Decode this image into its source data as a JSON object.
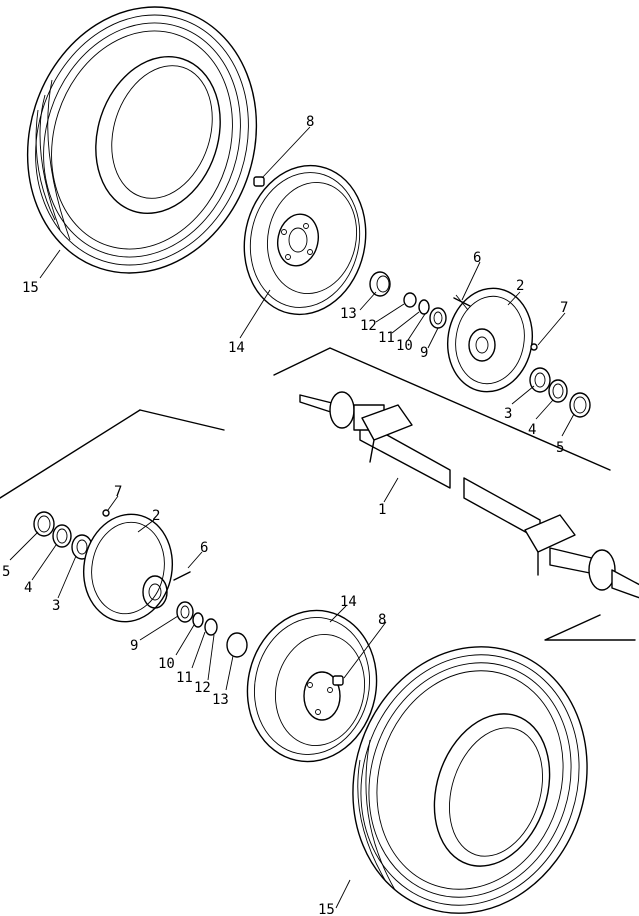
{
  "diagram": {
    "callouts": {
      "c15_top": "15",
      "c8_top": "8",
      "c14_top": "14",
      "c6_top": "6",
      "c2_top": "2",
      "c7_top": "7",
      "c13_top": "13",
      "c12_top": "12",
      "c11_top": "11",
      "c10_top": "10",
      "c9_top": "9",
      "c3_top": "3",
      "c4_top": "4",
      "c5_top": "5",
      "c1": "1",
      "c7_bot": "7",
      "c2_bot": "2",
      "c6_bot": "6",
      "c5_bot": "5",
      "c4_bot": "4",
      "c3_bot": "3",
      "c9_bot": "9",
      "c10_bot": "10",
      "c11_bot": "11",
      "c12_bot": "12",
      "c13_bot": "13",
      "c14_bot": "14",
      "c8_bot": "8",
      "c15_bot": "15"
    }
  }
}
